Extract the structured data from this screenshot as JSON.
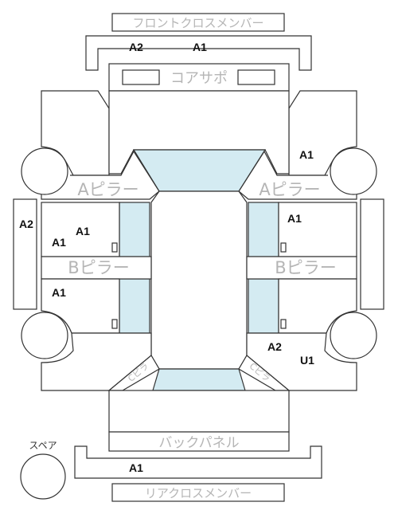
{
  "colors": {
    "glass": "#d4ebf2",
    "line": "#333333",
    "gray_text": "#b5b5b5",
    "code_text": "#111111"
  },
  "labels": {
    "front_cross_member": "フロントクロスメンバー",
    "core_support": "コアサポ",
    "a_pillar_left": "Aピラー",
    "a_pillar_right": "Aピラー",
    "b_pillar_left": "Bピラー",
    "b_pillar_right": "Bピラー",
    "back_panel": "バックパネル",
    "rear_cross_member": "リアクロスメンバー",
    "spare": "スペア",
    "cpillar_left": "Cピラ",
    "cpillar_right": "Cピラ"
  },
  "codes": {
    "front_member_left": "A2",
    "front_member_right": "A1",
    "front_right_fender": "A1",
    "left_side_panel": "A2",
    "front_left_door_a": "A1",
    "front_left_door_b": "A1",
    "front_right_door": "A1",
    "rear_left_door": "A1",
    "rear_right_a": "A2",
    "rear_right_b": "U1",
    "rear_member": "A1"
  }
}
